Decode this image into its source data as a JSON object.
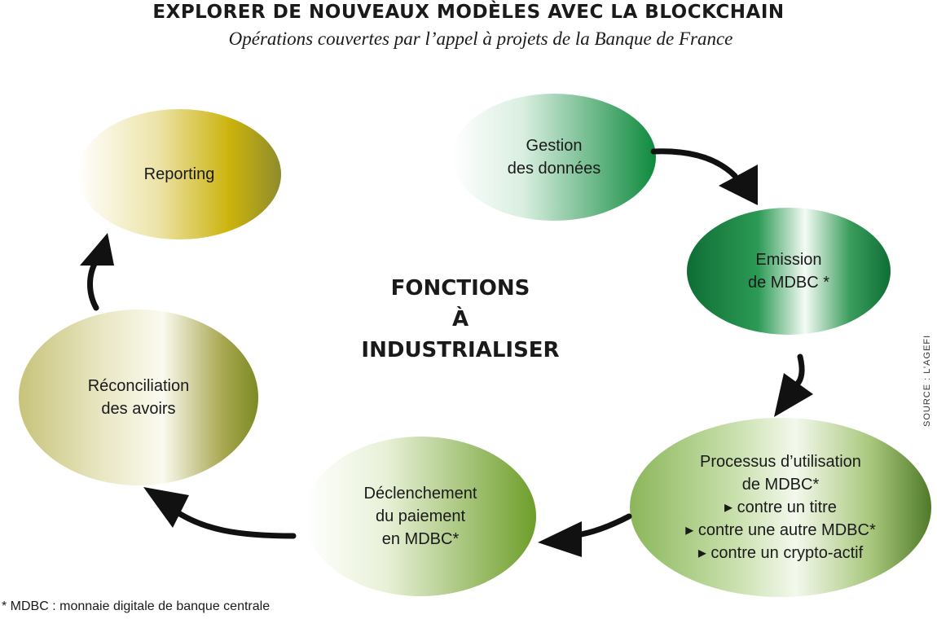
{
  "header": {
    "title": "EXPLORER DE NOUVEAUX MODÈLES AVEC LA BLOCKCHAIN",
    "subtitle": "Opérations couvertes par l’appel à projets de la Banque de France"
  },
  "center": {
    "line1": "FONCTIONS",
    "line2": "À",
    "line3": "INDUSTRIALISER"
  },
  "nodes": {
    "gestion": {
      "line1": "Gestion",
      "line2": "des données"
    },
    "emission": {
      "line1": "Emission",
      "line2": "de MDBC *"
    },
    "processus": {
      "line1": "Processus d’utilisation",
      "line2": "de MDBC*",
      "bullet1": "▸ contre un titre",
      "bullet2": "▸ contre une autre MDBC*",
      "bullet3": "▸ contre un crypto-actif"
    },
    "declenchement": {
      "line1": "Déclenchement",
      "line2": "du paiement",
      "line3": "en MDBC*"
    },
    "reconciliation": {
      "line1": "Réconciliation",
      "line2": "des avoirs"
    },
    "reporting": {
      "line1": "Reporting"
    }
  },
  "source": "SOURCE : L’AGEFI",
  "footnote": "* MDBC : monnaie digitale de banque centrale",
  "colors": {
    "dark_green": "#0f7a3c",
    "light_green": "#6e9a2a",
    "olive": "#8a9030",
    "gold": "#c9b000",
    "arrow": "#111111"
  }
}
